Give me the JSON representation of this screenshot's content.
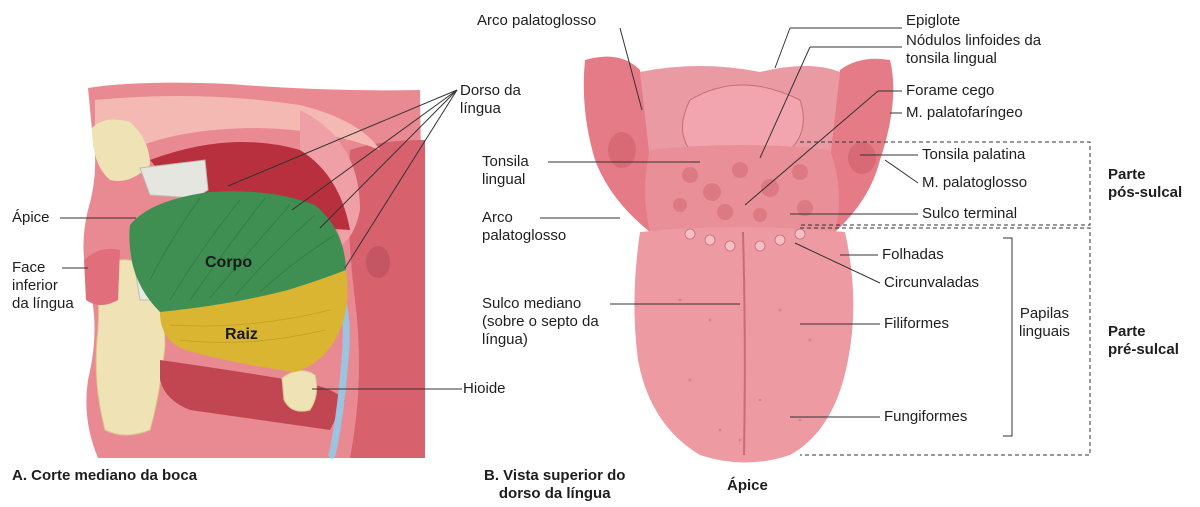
{
  "figure_a": {
    "caption": "A. Corte mediano da boca",
    "regions": {
      "body": "Corpo",
      "root": "Raiz"
    },
    "labels": {
      "apex": "Ápice",
      "inferior_face": "Face\ninferior\nda língua",
      "dorsum": "Dorso da\nlíngua",
      "hyoid": "Hioide"
    }
  },
  "figure_b": {
    "caption": "B. Vista superior do\ndorso da língua",
    "labels": {
      "palatoglossal_arch_top": "Arco palatoglosso",
      "epiglottis": "Epiglote",
      "lymphoid_nodules": "Nódulos linfoides da\ntonsila lingual",
      "foramen_cecum": "Forame cego",
      "palatopharyngeus": "M. palatofaríngeo",
      "lingual_tonsil": "Tonsila\nlingual",
      "palatine_tonsil": "Tonsila palatina",
      "palatoglossus": "M. palatoglosso",
      "palatoglossal_arch_side": "Arco\npalatoglosso",
      "terminal_sulcus": "Sulco terminal",
      "foliate": "Folhadas",
      "vallate": "Circunvaladas",
      "median_sulcus": "Sulco mediano\n(sobre o septo da\nlíngua)",
      "filiform": "Filiformes",
      "fungiform": "Fungiformes",
      "lingual_papillae": "Papilas\nlinguais",
      "apex": "Ápice",
      "postsulcal_part": "Parte\npós-sulcal",
      "presulcal_part": "Parte\npré-sulcal"
    }
  },
  "colors": {
    "tongue_body": "#3f8f52",
    "tongue_root": "#d9b531",
    "mucosa": "#e57b86",
    "tissue_light": "#f2a5ae",
    "bone": "#efe2b4",
    "tooth": "#e9e9e4",
    "line": "#333333"
  }
}
